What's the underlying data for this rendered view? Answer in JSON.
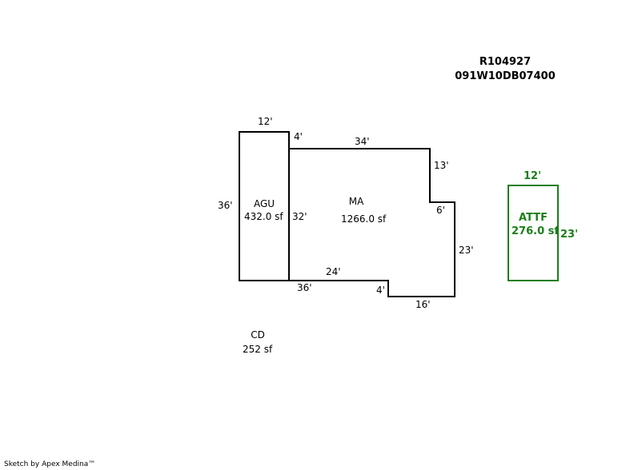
{
  "header": {
    "parcel_id": "R104927",
    "map_number": "091W10DB07400"
  },
  "colors": {
    "outline": "#000000",
    "attf": "#1a7f1a"
  },
  "areas": {
    "agu": {
      "label": "AGU",
      "area": "432.0 sf"
    },
    "ma": {
      "label": "MA",
      "area": "1266.0 sf"
    },
    "attf": {
      "label": "ATTF",
      "area": "276.0 sf"
    },
    "cd": {
      "label": "CD",
      "area": "252 sf"
    }
  },
  "dimensions": {
    "agu_top": "12'",
    "agu_left": "36'",
    "agu_bottom": "36'",
    "ma_left": "32'",
    "ma_top_notch": "4'",
    "ma_top": "34'",
    "ma_right_upper": "13'",
    "ma_step_in": "6'",
    "ma_right_lower": "23'",
    "ma_bottom_step": "4'",
    "ma_bottom_right": "16'",
    "ma_bottom_left": "24'",
    "attf_top": "12'",
    "attf_right": "23'"
  },
  "footer": {
    "credit": "Sketch by Apex Medina™"
  }
}
